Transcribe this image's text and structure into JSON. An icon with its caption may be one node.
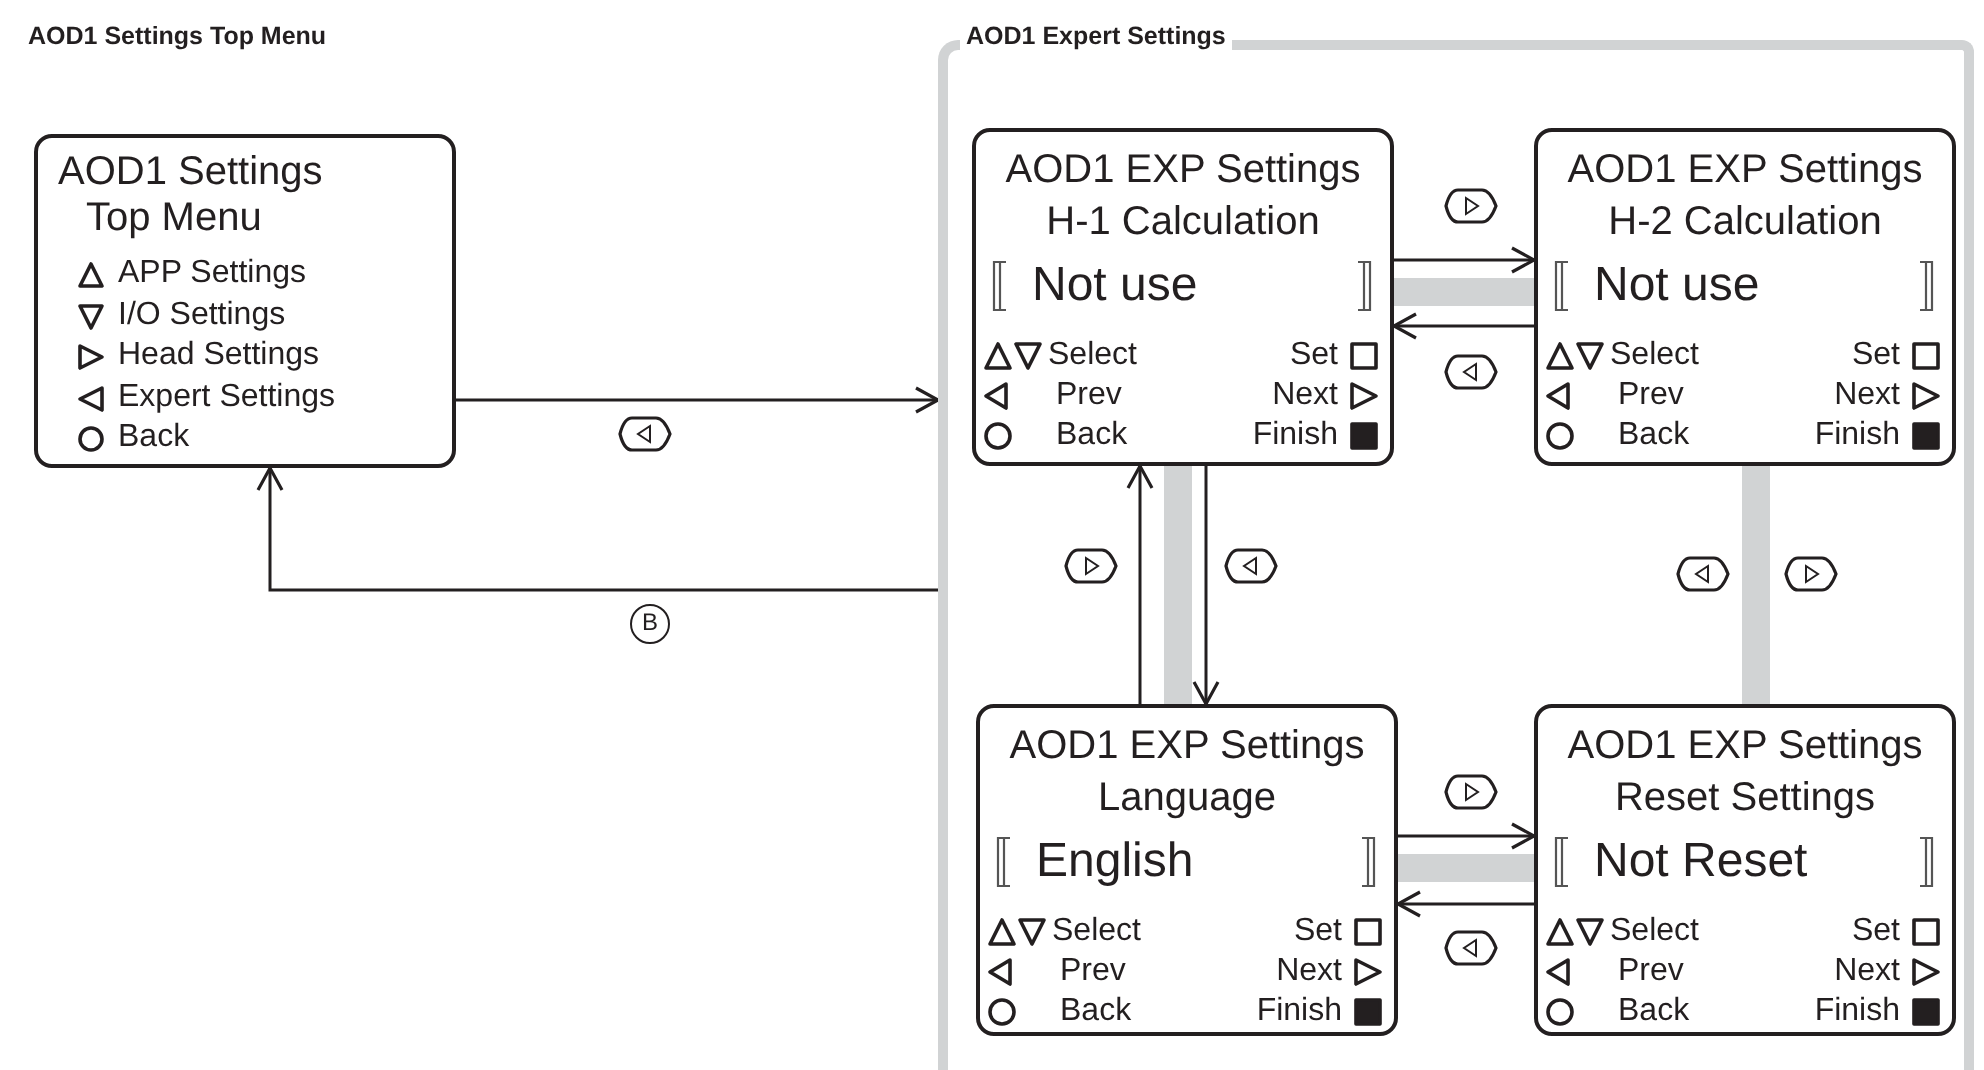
{
  "diagram": {
    "nodes": [
      {
        "text": [
          "AOD1 Settings Top Menu",
          "APP Settings",
          "I/O Settings",
          "Head Settings",
          "Expert Settings",
          "Back"
        ]
      },
      {
        "text": [
          "AOD1 Expert Settings"
        ]
      },
      {
        "text": [
          "AOD1 EXP Settings H-1 Calculation",
          "Not use",
          "Select",
          "Prev",
          "Back",
          "Set",
          "Next",
          "Finish"
        ],
        "in": 1
      },
      {
        "text": [
          "AOD1 EXP Settings H-2 Calculation",
          "Not use",
          "Select",
          "Prev",
          "Back",
          "Set",
          "Next",
          "Finish"
        ],
        "in": 1
      },
      {
        "text": [
          "AOD1 EXP Settings Language",
          "English",
          "Select",
          "Prev",
          "Back",
          "Set",
          "Next",
          "Finish"
        ],
        "in": 1
      },
      {
        "text": [
          "AOD1 EXP Settings Reset Settings",
          "Not Reset",
          "Select",
          "Prev",
          "Back",
          "Set",
          "Next",
          "Finish"
        ],
        "in": 1
      }
    ],
    "edges": [
      {
        "from": 0,
        "to": 1,
        "arrow": "to"
      },
      {
        "from": 1,
        "to": 0,
        "arrow": "to",
        "label": "B"
      },
      {
        "from": 2,
        "to": 3,
        "arrow": "to"
      },
      {
        "from": 3,
        "to": 2,
        "arrow": "to"
      },
      {
        "from": 4,
        "to": 2,
        "arrow": "to"
      },
      {
        "from": 2,
        "to": 4,
        "arrow": "to"
      },
      {
        "from": 4,
        "to": 5,
        "arrow": "to"
      },
      {
        "from": 5,
        "to": 4,
        "arrow": "to"
      },
      {
        "from": 2,
        "to": 3,
        "arrow": "none",
        "style": "thick",
        "color": "#d1d3d4"
      },
      {
        "from": 2,
        "to": 4,
        "arrow": "none",
        "style": "thick",
        "color": "#d1d3d4"
      },
      {
        "from": 3,
        "to": 5,
        "arrow": "none",
        "style": "thick",
        "color": "#d1d3d4"
      },
      {
        "from": 4,
        "to": 5,
        "arrow": "none",
        "style": "thick",
        "color": "#d1d3d4"
      }
    ],
    "labels": [
      "AOD1 Settings Top Menu"
    ]
  }
}
